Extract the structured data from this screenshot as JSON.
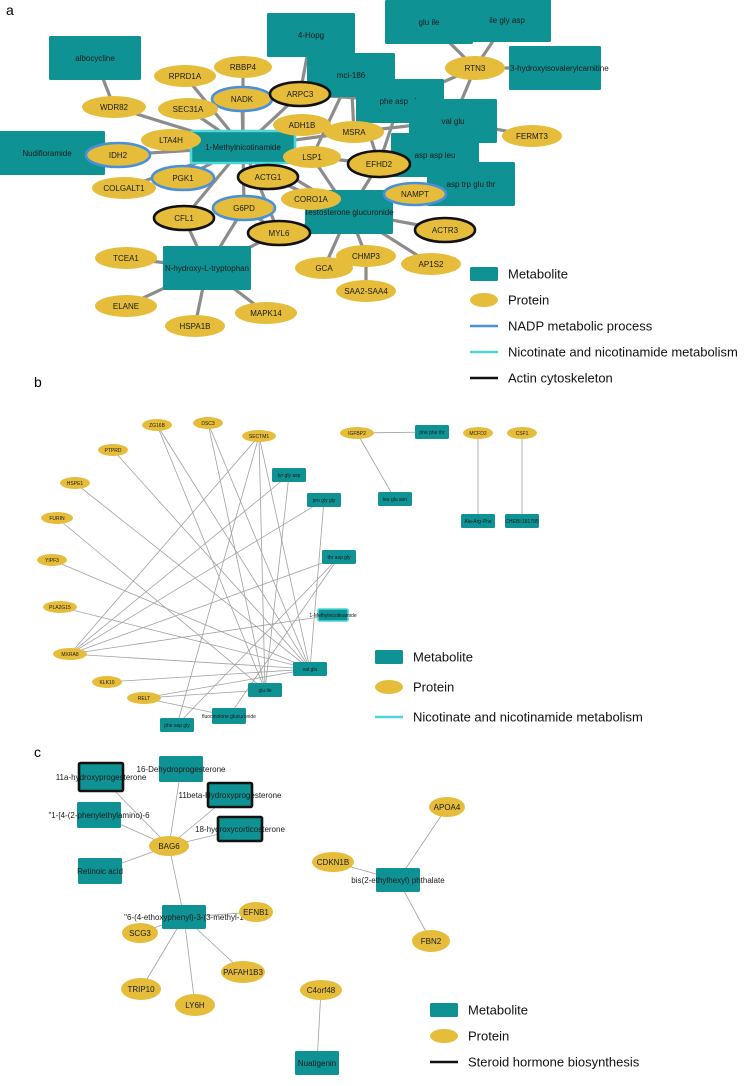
{
  "panels": [
    {
      "letter": "a",
      "legend": [
        {
          "shape": "metabolite",
          "label": "Metabolite"
        },
        {
          "shape": "protein",
          "label": "Protein"
        },
        {
          "shape": "line",
          "color": "#4a90d9",
          "label": "NADP metabolic process"
        },
        {
          "shape": "line",
          "color": "#4fd6d6",
          "label": "Nicotinate and nicotinamide metabolism"
        },
        {
          "shape": "line",
          "color": "#111111",
          "label": "Actin cytoskeleton"
        }
      ],
      "nodes": {
        "albocycline": {
          "label": "albocycline",
          "type": "metabolite"
        },
        "nudifloramide": {
          "label": "Nudifloramide",
          "type": "metabolite"
        },
        "mnam": {
          "label": "1-Methylnicotinamide",
          "type": "metabolite",
          "highlight": "#4fd6d6"
        },
        "nhtrp": {
          "label": "N-hydroxy-L-tryptophan",
          "type": "metabolite"
        },
        "testo": {
          "label": "Testosterone glucuronide",
          "type": "metabolite"
        },
        "hopg4": {
          "label": "4-Hopg",
          "type": "metabolite"
        },
        "mci186": {
          "label": "mci-186",
          "type": "metabolite"
        },
        "pheaspgly": {
          "label": "phe asp gly",
          "type": "metabolite"
        },
        "gluile": {
          "label": "glu ile",
          "type": "metabolite"
        },
        "ileglyasp": {
          "label": "ile gly asp",
          "type": "metabolite"
        },
        "hivc": {
          "label": "3-hydroxyisovalerylcarnitine",
          "type": "metabolite"
        },
        "valglu": {
          "label": "val glu",
          "type": "metabolite"
        },
        "aspaspleu": {
          "label": "asp asp leu",
          "type": "metabolite"
        },
        "asptrpgluthr": {
          "label": "asp trp glu thr",
          "type": "metabolite"
        },
        "wdr82": {
          "label": "WDR82",
          "type": "protein"
        },
        "rprd1a": {
          "label": "RPRD1A",
          "type": "protein"
        },
        "rbbp4": {
          "label": "RBBP4",
          "type": "protein"
        },
        "nadk": {
          "label": "NADK",
          "type": "protein",
          "highlight": "#4a90d9"
        },
        "arpc3": {
          "label": "ARPC3",
          "type": "protein",
          "highlight": "#111111"
        },
        "sec31a": {
          "label": "SEC31A",
          "type": "protein"
        },
        "adh1b": {
          "label": "ADH1B",
          "type": "protein"
        },
        "lta4h": {
          "label": "LTA4H",
          "type": "protein"
        },
        "idh2": {
          "label": "IDH2",
          "type": "protein",
          "highlight": "#4a90d9"
        },
        "pgk1": {
          "label": "PGK1",
          "type": "protein",
          "highlight": "#4a90d9"
        },
        "colgalt1": {
          "label": "COLGALT1",
          "type": "protein"
        },
        "msra": {
          "label": "MSRA",
          "type": "protein"
        },
        "lsp1": {
          "label": "LSP1",
          "type": "protein"
        },
        "efhd2": {
          "label": "EFHD2",
          "type": "protein",
          "highlight": "#111111"
        },
        "actg1": {
          "label": "ACTG1",
          "type": "protein",
          "highlight": "#111111"
        },
        "cfl1": {
          "label": "CFL1",
          "type": "protein",
          "highlight": "#111111"
        },
        "g6pd": {
          "label": "G6PD",
          "type": "protein",
          "highlight": "#4a90d9"
        },
        "coro1a": {
          "label": "CORO1A",
          "type": "protein"
        },
        "nampt": {
          "label": "NAMPT",
          "type": "protein",
          "highlight": "#4a90d9"
        },
        "myl6": {
          "label": "MYL6",
          "type": "protein",
          "highlight": "#111111"
        },
        "actr3": {
          "label": "ACTR3",
          "type": "protein",
          "highlight": "#111111"
        },
        "rtn3": {
          "label": "RTN3",
          "type": "protein"
        },
        "fermt3": {
          "label": "FERMT3",
          "type": "protein"
        },
        "tcea1": {
          "label": "TCEA1",
          "type": "protein"
        },
        "elane": {
          "label": "ELANE",
          "type": "protein"
        },
        "hspa1b": {
          "label": "HSPA1B",
          "type": "protein"
        },
        "mapk14": {
          "label": "MAPK14",
          "type": "protein"
        },
        "gca": {
          "label": "GCA",
          "type": "protein"
        },
        "chmp3": {
          "label": "CHMP3",
          "type": "protein"
        },
        "saa2": {
          "label": "SAA2-SAA4",
          "type": "protein"
        },
        "ap1s2": {
          "label": "AP1S2",
          "type": "protein"
        }
      }
    },
    {
      "letter": "b",
      "legend": [
        {
          "shape": "metabolite",
          "label": "Metabolite"
        },
        {
          "shape": "protein",
          "label": "Protein"
        },
        {
          "shape": "line",
          "color": "#4fd6d6",
          "label": "Nicotinate and nicotinamide metabolism"
        }
      ],
      "nodes": {
        "zg16b": {
          "label": "ZG16B",
          "type": "protein"
        },
        "dsc3": {
          "label": "DSC3",
          "type": "protein"
        },
        "sectm1": {
          "label": "SECTM1",
          "type": "protein"
        },
        "ptprd": {
          "label": "PTPRD",
          "type": "protein"
        },
        "hspe1": {
          "label": "HSPE1",
          "type": "protein"
        },
        "furin": {
          "label": "FURIN",
          "type": "protein"
        },
        "yipf3": {
          "label": "YIPF3",
          "type": "protein"
        },
        "pla2g15": {
          "label": "PLA2G15",
          "type": "protein"
        },
        "mxra8": {
          "label": "MXRA8",
          "type": "protein"
        },
        "klk10": {
          "label": "KLK10",
          "type": "protein"
        },
        "relt": {
          "label": "RELT",
          "type": "protein"
        },
        "tyrglyasp": {
          "label": "tyr gly asp",
          "type": "metabolite"
        },
        "proglygly": {
          "label": "pro gly gly",
          "type": "metabolite"
        },
        "thraspgly": {
          "label": "thr asp gly",
          "type": "metabolite"
        },
        "mnamb": {
          "label": "1-Methylnicotinamide",
          "type": "metabolite",
          "highlight": "#4fd6d6"
        },
        "valglub": {
          "label": "val glu",
          "type": "metabolite"
        },
        "gluileb": {
          "label": "glu ile",
          "type": "metabolite"
        },
        "fluoc": {
          "label": "fluocinolone glucuronide",
          "type": "metabolite"
        },
        "pheaspglyb": {
          "label": "phe asp gly",
          "type": "metabolite"
        },
        "igfbp2": {
          "label": "IGFBP2",
          "type": "protein"
        },
        "phephethr": {
          "label": "phe phe thr",
          "type": "metabolite"
        },
        "leugluasn": {
          "label": "leu glu asn",
          "type": "metabolite"
        },
        "mcfd2": {
          "label": "MCFD2",
          "type": "protein"
        },
        "alaargphe": {
          "label": "Ala-Arg-Phe",
          "type": "metabolite"
        },
        "csf1": {
          "label": "CSF1",
          "type": "protein"
        },
        "chebi": {
          "label": "CHEBI:181795",
          "type": "metabolite"
        }
      }
    },
    {
      "letter": "c",
      "legend": [
        {
          "shape": "metabolite",
          "label": "Metabolite"
        },
        {
          "shape": "protein",
          "label": "Protein"
        },
        {
          "shape": "line",
          "color": "#111111",
          "label": "Steroid hormone biosynthesis"
        }
      ],
      "nodes": {
        "ohp11a": {
          "label": "11a-hydroxyprogesterone",
          "type": "metabolite",
          "highlight": "#111111"
        },
        "dhp16": {
          "label": "16-Dehydroprogesterone",
          "type": "metabolite"
        },
        "ohp11b": {
          "label": "11beta-Hydroxyprogesterone",
          "type": "metabolite",
          "highlight": "#111111"
        },
        "phen": {
          "label": "\"1-[4-(2-phenylethylamino)-6",
          "type": "metabolite"
        },
        "bag6": {
          "label": "BAG6",
          "type": "protein"
        },
        "ohc18": {
          "label": "18-hydroxycorticosterone",
          "type": "metabolite",
          "highlight": "#111111"
        },
        "retinoic": {
          "label": "Retinoic acid",
          "type": "metabolite"
        },
        "ethoxy": {
          "label": "\"6-(4-ethoxyphenyl)-3-(3-methyl-1",
          "type": "metabolite"
        },
        "efnb1": {
          "label": "EFNB1",
          "type": "protein"
        },
        "scg3": {
          "label": "SCG3",
          "type": "protein"
        },
        "pafah1b3": {
          "label": "PAFAH1B3",
          "type": "protein"
        },
        "trip10": {
          "label": "TRIP10",
          "type": "protein"
        },
        "ly6h": {
          "label": "LY6H",
          "type": "protein"
        },
        "apoa4": {
          "label": "APOA4",
          "type": "protein"
        },
        "cdkn1b": {
          "label": "CDKN1B",
          "type": "protein"
        },
        "behp": {
          "label": "bis(2-ethylhexyl) phthalate",
          "type": "metabolite"
        },
        "fbn2": {
          "label": "FBN2",
          "type": "protein"
        },
        "c4orf48": {
          "label": "C4orf48",
          "type": "protein"
        },
        "nuatigenin": {
          "label": "Nuatigenin",
          "type": "metabolite"
        }
      }
    }
  ]
}
